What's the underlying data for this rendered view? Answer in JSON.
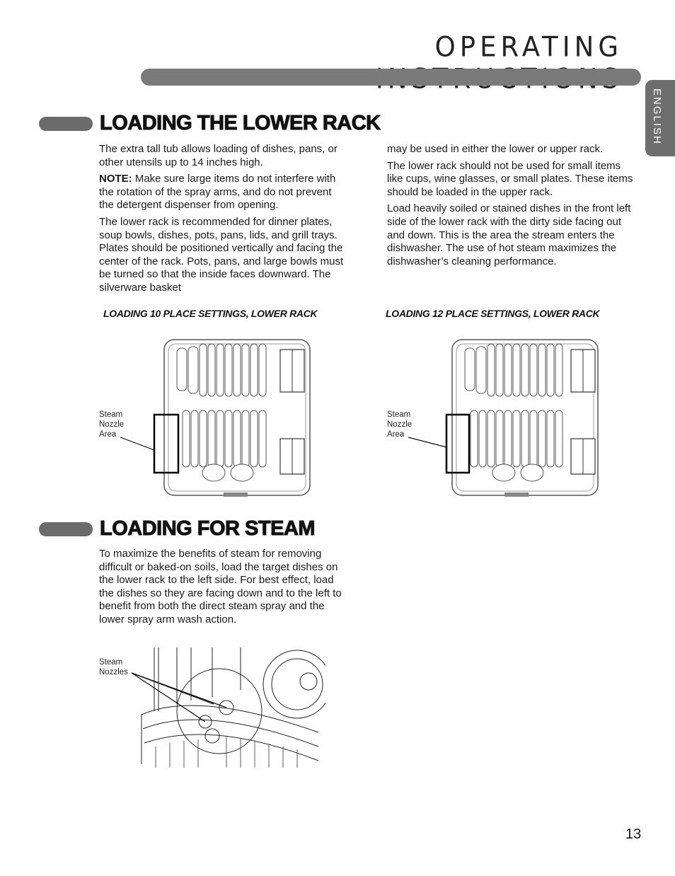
{
  "header": {
    "title": "OPERATING INSTRUCTIONS",
    "language_tab": "ENGLISH"
  },
  "section_lower_rack": {
    "heading": "LOADING THE LOWER RACK",
    "left_column": {
      "p1": "The extra tall tub allows loading of dishes, pans, or other utensils up to 14 inches high.",
      "note_label": "NOTE:",
      "note_text": " Make sure large items do not interfere with the rotation of the spray arms, and do not prevent the detergent dispenser from opening.",
      "p3": "The lower rack is recommended for dinner plates, soup bowls, dishes, pots, pans, lids, and grill trays. Plates should be positioned vertically and facing the center of the rack. Pots, pans, and large bowls must be turned so that the inside faces downward. The silverware basket"
    },
    "right_column": {
      "p1": "may be used in either the lower or upper rack.",
      "p2": "The lower rack should not be used for small items like cups, wine glasses, or small plates. These items should be loaded in the upper rack.",
      "p3": "Load heavily soiled or stained dishes in the front left side of the lower rack with the dirty side facing out and down. This is the area the stream enters the dishwasher. The use of hot steam maximizes the dishwasher’s cleaning performance."
    },
    "figures": [
      {
        "caption": "LOADING 10 PLACE SETTINGS, LOWER RACK",
        "label_lines": [
          "Steam",
          "Nozzle",
          "Area"
        ]
      },
      {
        "caption": "LOADING 12 PLACE SETTINGS, LOWER RACK",
        "label_lines": [
          "Steam",
          "Nozzle",
          "Area"
        ]
      }
    ]
  },
  "section_steam": {
    "heading": "LOADING FOR STEAM",
    "body": "To maximize the benefits of steam for removing difficult or baked-on soils, load the target dishes on the lower rack to the left side. For best effect, load the dishes so they are facing down and to the left to benefit from both the direct steam spray and the lower spray arm wash action.",
    "figure_label_lines": [
      "Steam",
      "Nozzles"
    ]
  },
  "footer": {
    "page_number": "13"
  }
}
